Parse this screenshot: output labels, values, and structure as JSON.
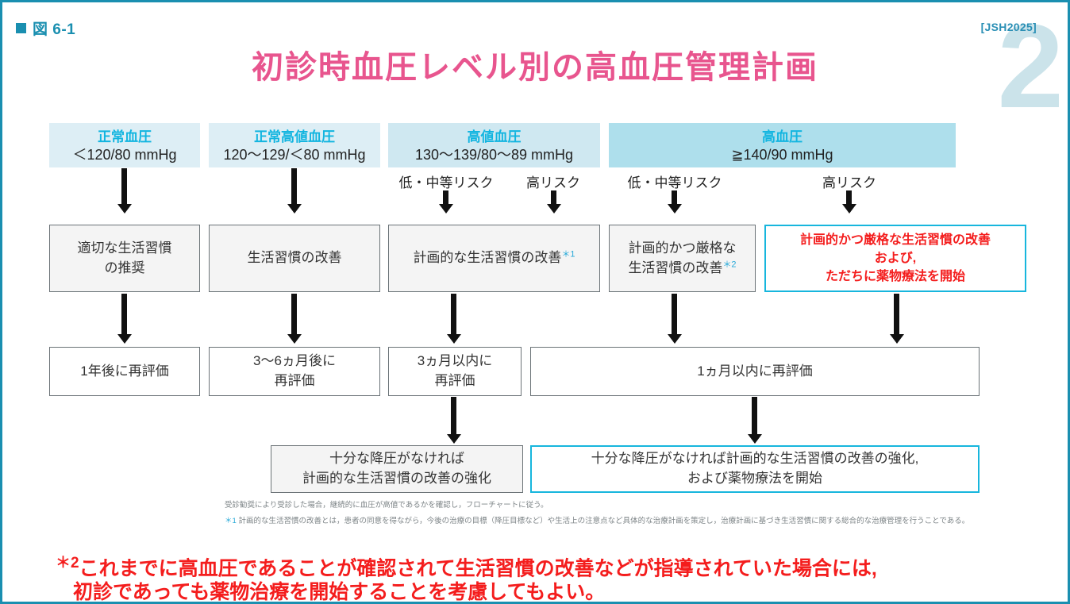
{
  "header": {
    "figure_label": "図 6-1",
    "guideline_tag": "[JSH2025]",
    "watermark": "2",
    "title": "初診時血圧レベル別の高血圧管理計画"
  },
  "columns": [
    {
      "id": "normal",
      "name": "正常血圧",
      "value": "＜120/80 mmHg",
      "shade": "light"
    },
    {
      "id": "high-normal",
      "name": "正常高値血圧",
      "value": "120〜129/＜80 mmHg",
      "shade": "light"
    },
    {
      "id": "elevated",
      "name": "高値血圧",
      "value": "130〜139/80〜89 mmHg",
      "shade": "mid"
    },
    {
      "id": "hypertension",
      "name": "高血圧",
      "value": "≧140/90 mmHg",
      "shade": "dark"
    }
  ],
  "risk_labels": {
    "elevated_low": "低・中等リスク",
    "elevated_high": "高リスク",
    "hypertension_low": "低・中等リスク",
    "hypertension_high": "高リスク"
  },
  "row_lifestyle": [
    {
      "id": "normal",
      "text": "適切な生活習慣\nの推奨",
      "style": "gray"
    },
    {
      "id": "high-normal",
      "text": "生活習慣の改善",
      "style": "gray"
    },
    {
      "id": "elevated",
      "text": "計画的な生活習慣の改善",
      "note": "＊1",
      "style": "gray"
    },
    {
      "id": "hypertension-low",
      "text": "計画的かつ厳格な\n生活習慣の改善",
      "note": "＊2",
      "style": "gray"
    },
    {
      "id": "hypertension-high",
      "text": "計画的かつ厳格な生活習慣の改善\nおよび,\nただちに薬物療法を開始",
      "style": "cyan-red"
    }
  ],
  "row_reassess": [
    {
      "id": "normal",
      "text": "1年後に再評価"
    },
    {
      "id": "high-normal",
      "text": "3〜6ヵ月後に\n再評価"
    },
    {
      "id": "elevated",
      "text": "3ヵ月以内に\n再評価"
    },
    {
      "id": "hypertension",
      "text": "1ヵ月以内に再評価"
    }
  ],
  "row_followup": [
    {
      "id": "elevated-followup",
      "text": "十分な降圧がなければ\n計画的な生活習慣の改善の強化",
      "style": "gray"
    },
    {
      "id": "hypertension-followup",
      "text": "十分な降圧がなければ計画的な生活習慣の改善の強化,\nおよび薬物療法を開始",
      "style": "cyan"
    }
  ],
  "footnotes": [
    {
      "id": "fn-general",
      "star": "",
      "text": "受診勧奨により受診した場合，継続的に血圧が高値であるかを確認し，フローチャートに従う。"
    },
    {
      "id": "fn-1",
      "star": "＊1",
      "text": "計画的な生活習慣の改善とは，患者の同意を得ながら，今後の治療の目標（降圧目標など）や生活上の注意点など具体的な治療計画を策定し，治療計画に基づき生活習慣に関する総合的な治療管理を行うことである。"
    }
  ],
  "red_note": {
    "star": "＊2",
    "line1": "これまでに高血圧であることが確認されて生活習慣の改善などが指導されていた場合には,",
    "line2": "初診であっても薬物治療を開始することを考慮してもよい。"
  },
  "colors": {
    "accent_cyan": "#17b6dd",
    "title_pink": "#e8558e",
    "frame_blue": "#1a8fb0",
    "alert_red": "#f41d1d"
  }
}
